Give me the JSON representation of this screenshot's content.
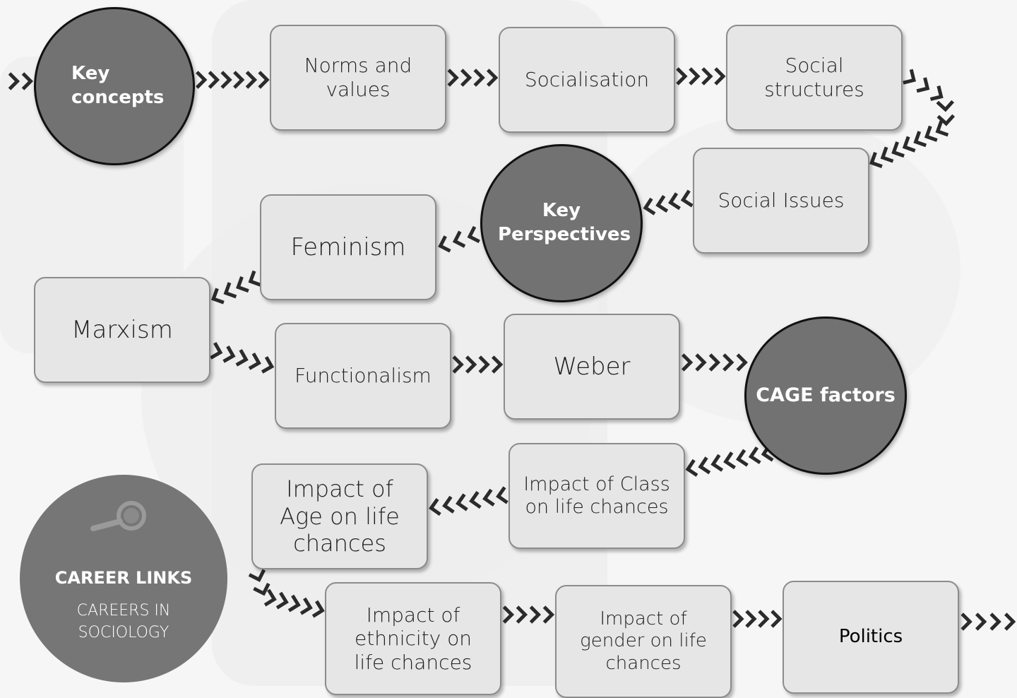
{
  "background": {
    "color": "#f6f6f6",
    "watermark_color": "#ededed"
  },
  "colors": {
    "box_fill": "#e6e6e6",
    "box_border": "#8c8c8c",
    "circle_fill": "#727272",
    "circle_border": "#111111",
    "chevron": "#2b2b2b",
    "career_fill": "#767676"
  },
  "nodes": {
    "key_concepts": "Key concepts",
    "norms_values": "Norms and values",
    "socialisation": "Socialisation",
    "social_structures": "Social structures",
    "social_issues": "Social Issues",
    "key_perspectives": "Key Perspectives",
    "feminism": "Feminism",
    "marxism": "Marxism",
    "functionalism": "Functionalism",
    "weber": "Weber",
    "cage_factors": "CAGE factors",
    "impact_class": "Impact of Class on life chances",
    "impact_age": "Impact of Age on life chances",
    "impact_ethnicity": "Impact of ethnicity on life chances",
    "impact_gender": "Impact of gender on life chances",
    "politics": "Politics"
  },
  "career_links": {
    "icon": "magnifying-glass-icon",
    "title": "CAREER LINKS",
    "subtitle": "CAREERS IN SOCIOLOGY"
  }
}
